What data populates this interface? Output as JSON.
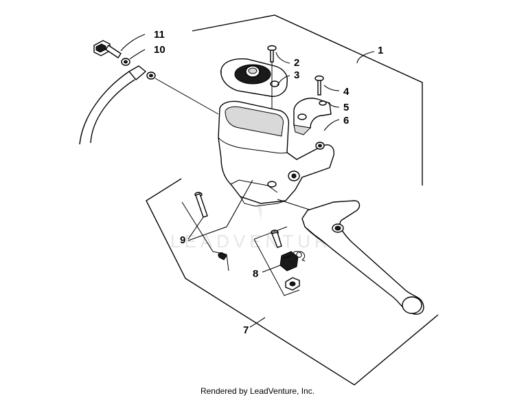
{
  "diagram": {
    "callouts": {
      "c1": "1",
      "c2": "2",
      "c3": "3",
      "c4": "4",
      "c5": "5",
      "c6": "6",
      "c7": "7",
      "c8": "8",
      "c9": "9",
      "c10": "10",
      "c11": "11"
    },
    "watermark": "LEADVENTURE"
  },
  "footer": {
    "text": "Rendered by LeadVenture, Inc."
  }
}
